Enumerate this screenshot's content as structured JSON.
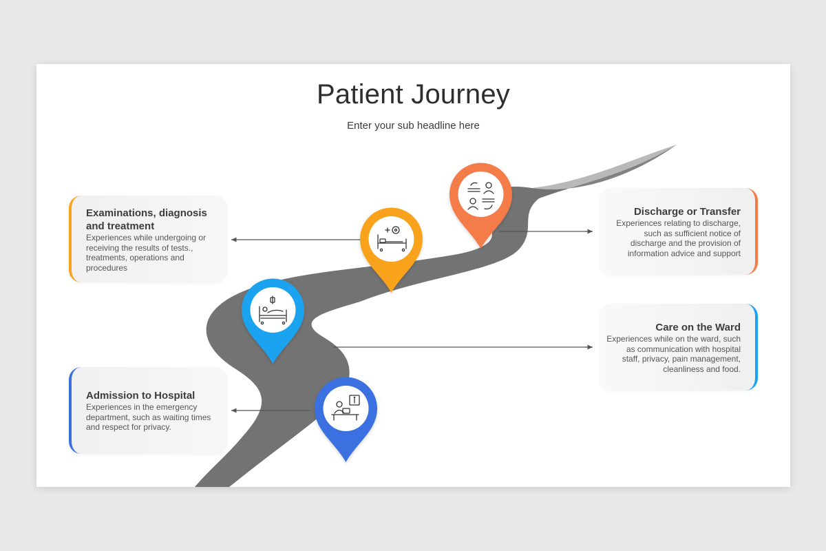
{
  "slide": {
    "title": "Patient Journey",
    "subtitle": "Enter your sub headline here"
  },
  "colors": {
    "road": "#747474",
    "orange": "#f47c48",
    "amber": "#f9a31b",
    "sky": "#1aa3f0",
    "blue": "#3a6fe0"
  },
  "steps": [
    {
      "id": "examinations",
      "title": "Examinations, diagnosis and treatment",
      "body": "Experiences while undergoing or receiving the results of tests., treatments, operations and procedures",
      "color": "#f9a31b",
      "icon": "hospital-bed-with-gears-icon"
    },
    {
      "id": "admission",
      "title": "Admission to Hospital",
      "body": "Experiences in the emergency department, such as waiting times and respect for privacy.",
      "color": "#3a6fe0",
      "icon": "reception-desk-info-icon"
    },
    {
      "id": "discharge",
      "title": "Discharge or Transfer",
      "body": "Experiences relating to discharge, such as sufficient notice of discharge and the provision of information advice and support",
      "color": "#f47c48",
      "icon": "document-transfer-person-icon"
    },
    {
      "id": "ward",
      "title": "Care on the Ward",
      "body": "Experiences while on the ward, such as communication with hospital staff, privacy, pain management, cleanliness and food.",
      "color": "#1aa3f0",
      "icon": "patient-bed-iv-drip-icon"
    }
  ]
}
